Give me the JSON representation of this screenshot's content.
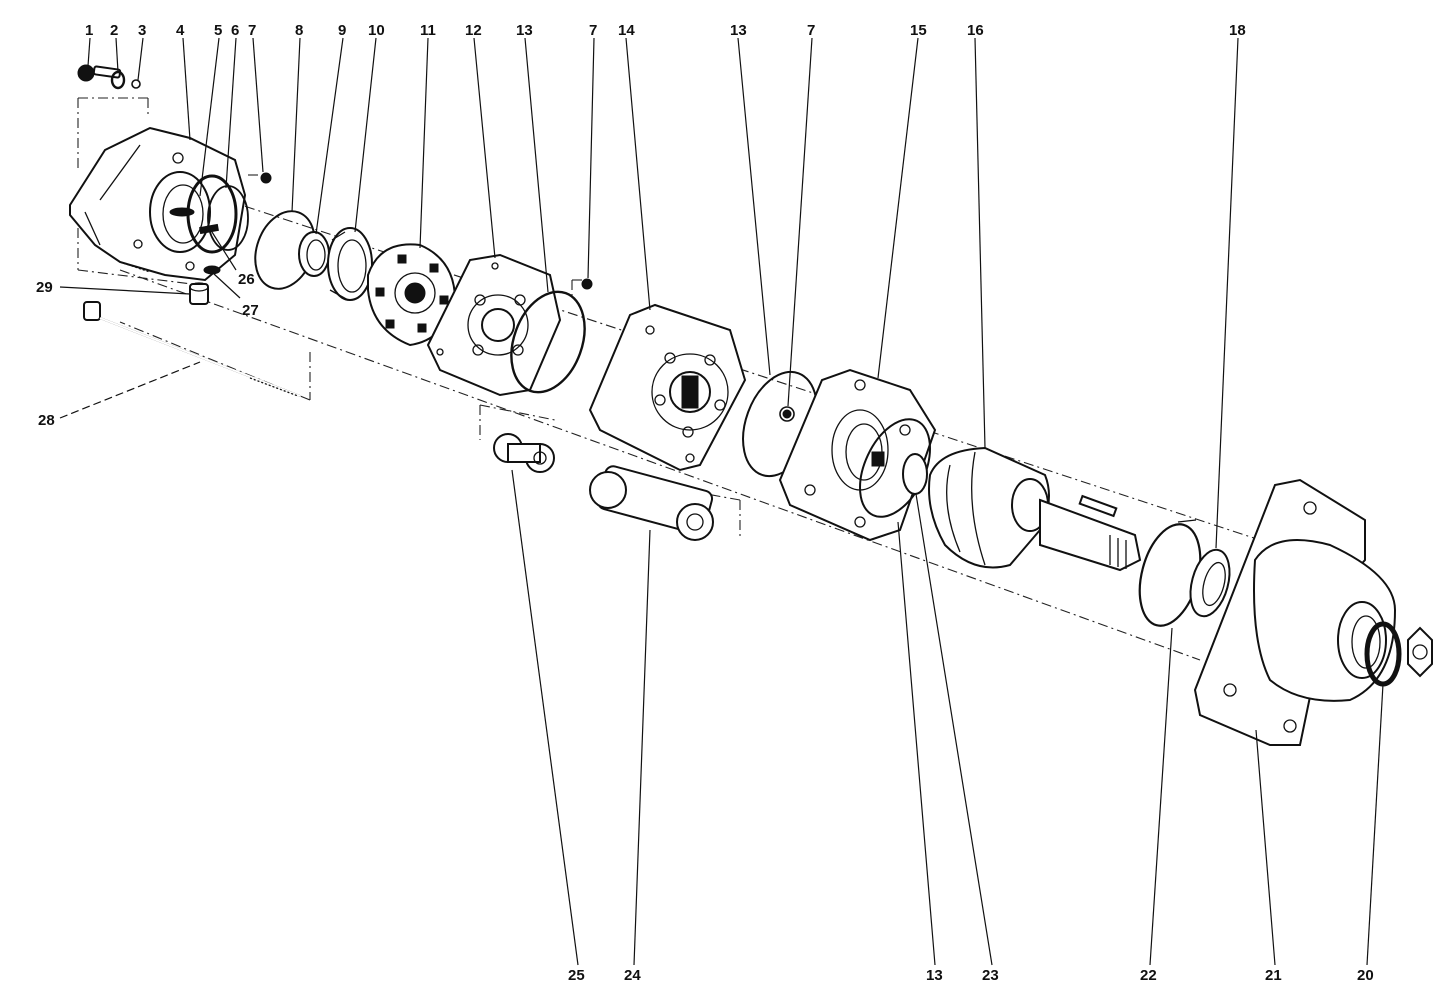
{
  "callouts": {
    "c1": "1",
    "c2": "2",
    "c3": "3",
    "c4": "4",
    "c5": "5",
    "c6": "6",
    "c7a": "7",
    "c8": "8",
    "c9": "9",
    "c10": "10",
    "c11": "11",
    "c12": "12",
    "c13a": "13",
    "c7b": "7",
    "c14": "14",
    "c13b": "13",
    "c7c": "7",
    "c15": "15",
    "c16": "16",
    "c18": "18",
    "c26": "26",
    "c27": "27",
    "c29": "29",
    "c28": "28",
    "c25": "25",
    "c24": "24",
    "c13c": "13",
    "c23": "23",
    "c22": "22",
    "c21": "21",
    "c20": "20"
  }
}
